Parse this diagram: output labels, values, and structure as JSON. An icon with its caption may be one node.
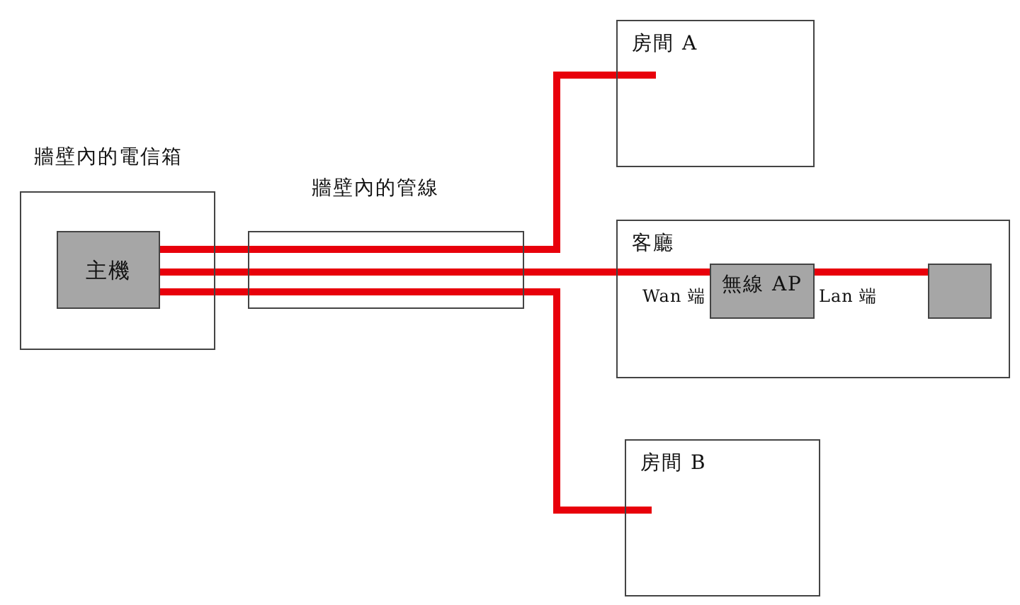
{
  "diagram": {
    "nodes": [
      {
        "text": [
          "牆壁內的電信箱"
        ]
      },
      {
        "text": [
          "主機"
        ],
        "in": 0
      },
      {
        "text": [
          "牆壁內的管線"
        ]
      },
      {
        "text": [
          "房間 A"
        ]
      },
      {
        "text": [
          "客廳"
        ]
      },
      {
        "text": [
          "無線 AP"
        ],
        "in": 4,
        "beside": [
          "Wan 端",
          "Lan 端"
        ]
      },
      {
        "text": [],
        "shape": "box",
        "in": 4
      },
      {
        "text": [
          "房間 B"
        ]
      }
    ],
    "edges": [
      {
        "from": 1,
        "to": 2,
        "arrow": "none"
      },
      {
        "from": 1,
        "to": 2,
        "arrow": "none"
      },
      {
        "from": 1,
        "to": 2,
        "arrow": "none"
      },
      {
        "from": 2,
        "to": 3,
        "arrow": "none"
      },
      {
        "from": 2,
        "to": 5,
        "arrow": "none"
      },
      {
        "from": 2,
        "to": 7,
        "arrow": "none"
      },
      {
        "from": 5,
        "to": 6,
        "arrow": "none"
      }
    ]
  }
}
